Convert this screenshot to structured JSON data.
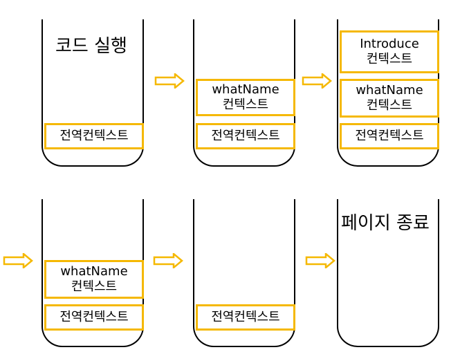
{
  "stacks": [
    {
      "label": "코드 실행",
      "frames": [
        "전역컨텍스트"
      ]
    },
    {
      "frames": [
        "whatName\n컨텍스트",
        "전역컨텍스트"
      ]
    },
    {
      "frames": [
        "Introduce\n컨텍스트",
        "whatName\n컨텍스트",
        "전역컨텍스트"
      ]
    },
    {
      "frames": [
        "whatName\n컨텍스트",
        "전역컨텍스트"
      ]
    },
    {
      "frames": [
        "전역컨텍스트"
      ]
    },
    {
      "label": "페이지 종료",
      "frames": []
    }
  ],
  "frame_lines": {
    "global": "전역컨텍스트",
    "whatName_1": "whatName",
    "introduce_1": "Introduce",
    "context_suffix": "컨텍스트"
  },
  "colors": {
    "frame_border": "#F5B800",
    "arrow": "#F5B800",
    "stack_border": "#000000"
  }
}
